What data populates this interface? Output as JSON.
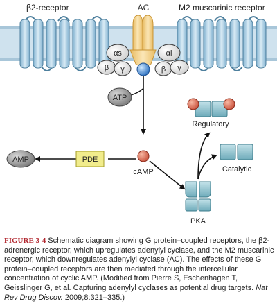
{
  "diagram": {
    "labels": {
      "beta2_receptor": "β2-receptor",
      "ac": "AC",
      "m2_receptor": "M2 muscarinic receptor",
      "alpha_s": "αs",
      "alpha_i": "αi",
      "beta_sub": "β",
      "gamma_sub": "γ",
      "atp": "ATP",
      "camp": "cAMP",
      "pde": "PDE",
      "amp": "AMP",
      "regulatory": "Regulatory",
      "catalytic": "Catalytic",
      "pka": "PKA"
    },
    "colors": {
      "membrane": "#cfe2ee",
      "receptor_fill": "#a9cbe0",
      "receptor_stroke": "#4d7f9d",
      "ac_fill": "#f3d18a",
      "g_protein_fill": "#a9cbe0",
      "atp_fill": "#8f8f8f",
      "camp_fill": "#e07a5f",
      "pde_fill": "#f1ec8c",
      "pka_fill": "#8fc3cf",
      "caption_label": "#b1252d"
    }
  },
  "caption": {
    "figure_label": "FIGURE 3-4",
    "text": "Schematic diagram showing G protein–coupled receptors, the β2-adrenergic receptor, which upregulates adenylyl cyclase, and the M2 muscarinic receptor, which downregulates adenylyl cyclase (AC). The effects of these G protein–coupled receptors are then mediated through the intercellular concentration of cyclic AMP. (Modified from Pierre S, Eschenhagen T, Geisslinger G, et al. Capturing adenylyl cyclases as potential drug targets.",
    "journal": "Nat Rev Drug Discov.",
    "citation": "2009;8:321–335.)"
  }
}
